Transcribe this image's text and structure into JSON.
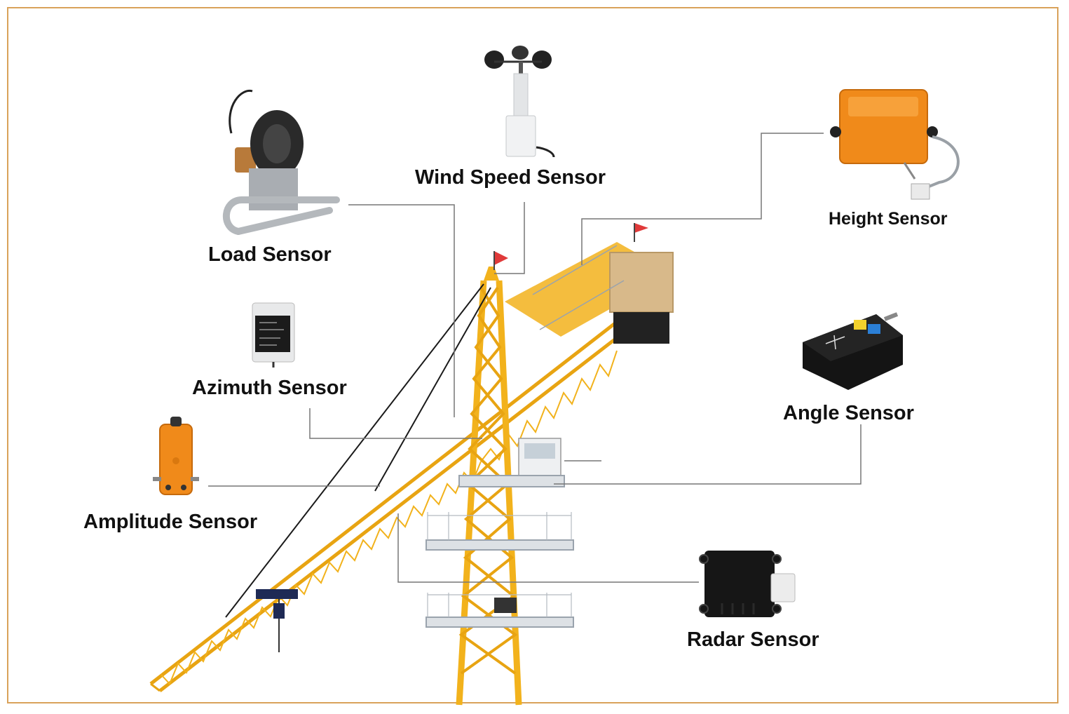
{
  "sensors": {
    "load": "Load Sensor",
    "wind_speed": "Wind Speed Sensor",
    "height": "Height Sensor",
    "azimuth": "Azimuth Sensor",
    "angle": "Angle Sensor",
    "amplitude": "Amplitude Sensor",
    "radar": "Radar Sensor"
  },
  "colors": {
    "frame_border": "#d9a25a",
    "crane_yellow": "#f2b21c",
    "sensor_orange": "#f08a1a",
    "leader_line": "#666666"
  },
  "icons": [
    "load-sensor-icon",
    "wind-speed-sensor-icon",
    "height-sensor-icon",
    "azimuth-sensor-icon",
    "angle-sensor-icon",
    "amplitude-sensor-icon",
    "radar-sensor-icon",
    "tower-crane-illustration"
  ]
}
